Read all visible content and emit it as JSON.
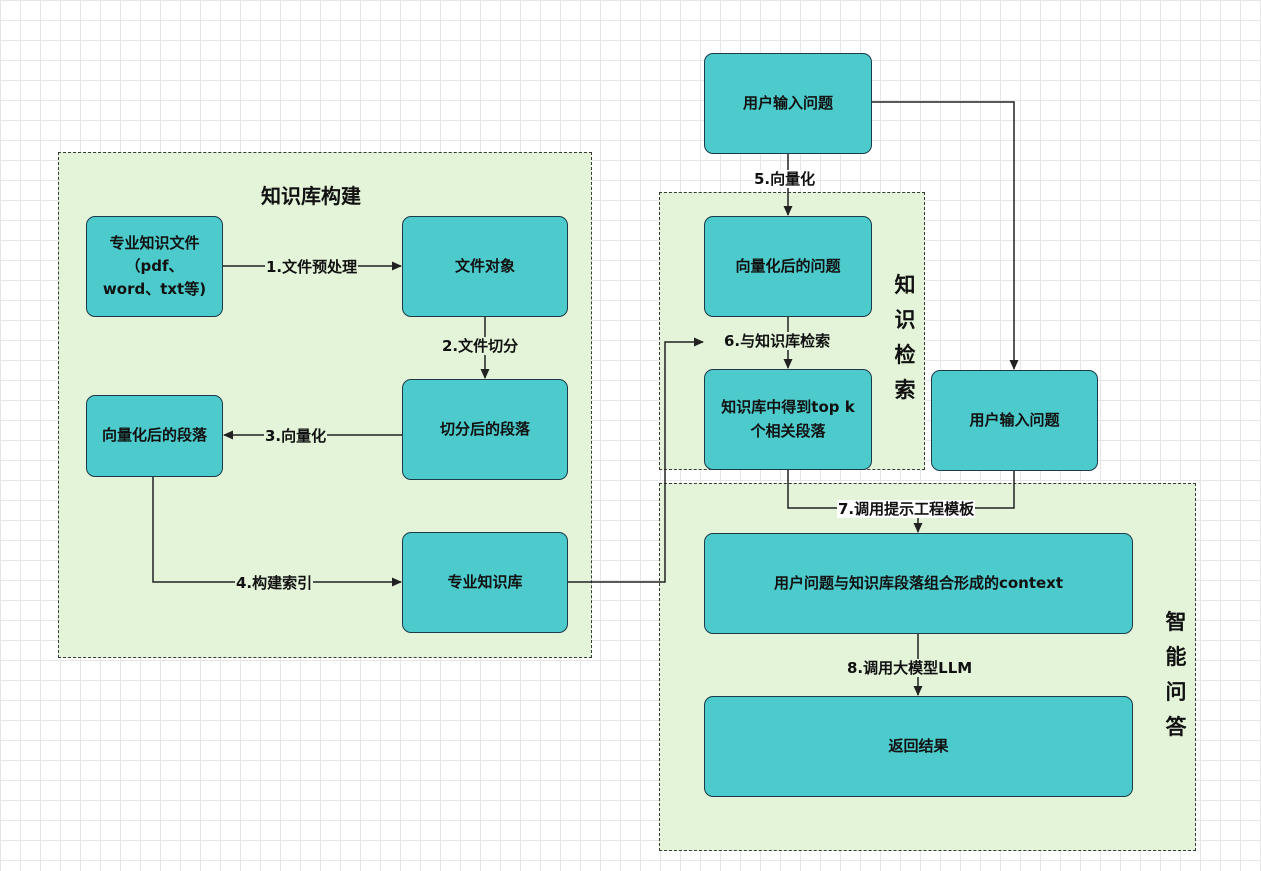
{
  "groups": {
    "kb_build": "知识库构建",
    "kb_search": "知识检索",
    "qa": "智能问答"
  },
  "nodes": {
    "pro_files": "专业知识文件\n（pdf、\nword、txt等)",
    "file_object": "文件对象",
    "split_paragraphs": "切分后的段落",
    "vectorized_paragraphs": "向量化后的段落",
    "pro_kb": "专业知识库",
    "user_input_top": "用户输入问题",
    "vectorized_question": "向量化后的问题",
    "topk_paragraphs": "知识库中得到top k\n个相关段落",
    "user_input_right": "用户输入问题",
    "context": "用户问题与知识库段落组合形成的context",
    "result": "返回结果"
  },
  "edges": {
    "e1": "1.文件预处理",
    "e2": "2.文件切分",
    "e3": "3.向量化",
    "e4": "4.构建索引",
    "e5": "5.向量化",
    "e6": "6.与知识库检索",
    "e7": "7.调用提示工程模板",
    "e8": "8.调用大模型LLM"
  },
  "colors": {
    "node_fill": "#4ccacc",
    "node_border": "#1d3a4a",
    "group_fill": "#e3f4d9",
    "edge": "#222222"
  }
}
